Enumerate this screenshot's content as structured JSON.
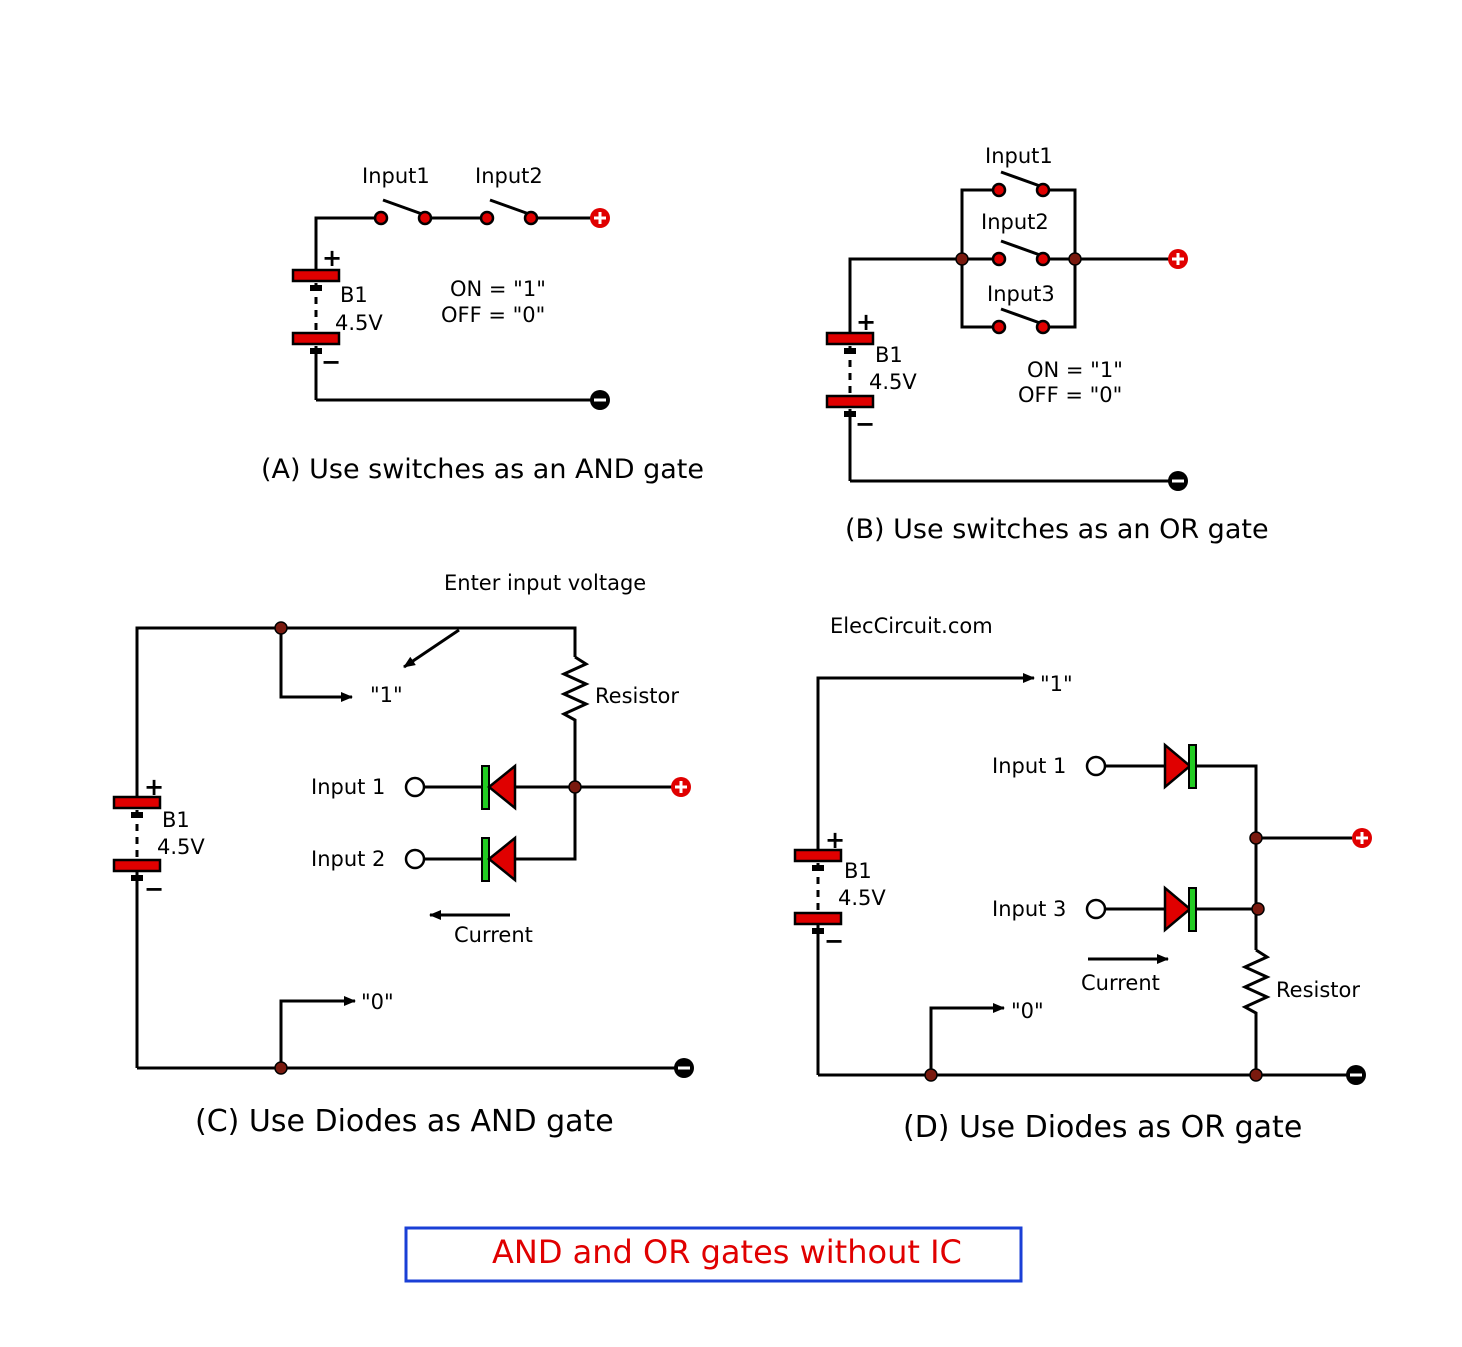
{
  "panels": {
    "a": {
      "caption": "(A) Use switches as an AND gate",
      "input1": "Input1",
      "input2": "Input2",
      "battery_name": "B1",
      "battery_voltage": "4.5V",
      "plus": "+",
      "minus": "−",
      "on_text": "ON = \"1\"",
      "off_text": "OFF = \"0\""
    },
    "b": {
      "caption": "(B) Use switches as an OR gate",
      "input1": "Input1",
      "input2": "Input2",
      "input3": "Input3",
      "battery_name": "B1",
      "battery_voltage": "4.5V",
      "plus": "+",
      "minus": "−",
      "on_text": "ON = \"1\"",
      "off_text": "OFF = \"0\""
    },
    "c": {
      "caption": "(C) Use Diodes as AND gate",
      "enter_input": "Enter input voltage",
      "one": "\"1\"",
      "zero": "\"0\"",
      "resistor": "Resistor",
      "input1": "Input 1",
      "input2": "Input 2",
      "current": "Current",
      "battery_name": "B1",
      "battery_voltage": "4.5V",
      "plus": "+",
      "minus": "−"
    },
    "d": {
      "caption": "(D) Use Diodes as OR gate",
      "brand": "ElecCircuit.com",
      "one": "\"1\"",
      "zero": "\"0\"",
      "resistor": "Resistor",
      "input1": "Input 1",
      "input3": "Input 3",
      "current": "Current",
      "battery_name": "B1",
      "battery_voltage": "4.5V",
      "plus": "+",
      "minus": "−"
    }
  },
  "title": "AND and OR gates without IC",
  "colors": {
    "terminal_red": "#e00000",
    "node_brown": "#7a1a0f",
    "diode_bar_green": "#22cc22",
    "title_border_blue": "#1a3fd6"
  }
}
